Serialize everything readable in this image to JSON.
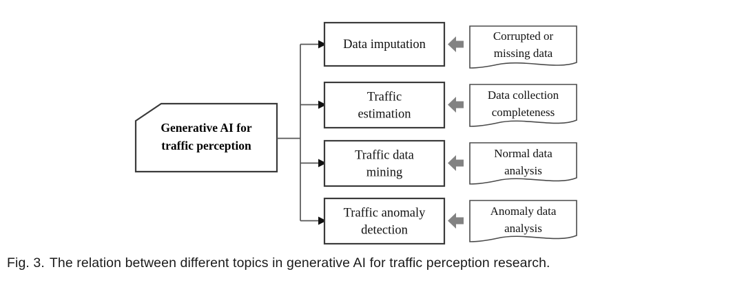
{
  "figure": {
    "caption_label": "Fig. 3.",
    "caption_text": "The relation between different topics in generative AI for traffic perception research.",
    "colors": {
      "background": "#ffffff",
      "box_stroke": "#3a3a3a",
      "doc_stroke": "#4a4a4a",
      "connector": "#555555",
      "block_arrow": "#828282",
      "text": "#111111"
    }
  },
  "root_node": {
    "name": "generative-ai-root",
    "line1": "Generative AI for",
    "line2": "traffic perception",
    "shape": "folded-corner-rectangle"
  },
  "rows": [
    {
      "topic": {
        "line1": "Data imputation",
        "line2": ""
      },
      "source": {
        "line1": "Corrupted or",
        "line2": "missing data"
      }
    },
    {
      "topic": {
        "line1": "Traffic",
        "line2": "estimation"
      },
      "source": {
        "line1": "Data collection",
        "line2": "completeness"
      }
    },
    {
      "topic": {
        "line1": "Traffic data",
        "line2": "mining"
      },
      "source": {
        "line1": "Normal data",
        "line2": "analysis"
      }
    },
    {
      "topic": {
        "line1": "Traffic anomaly",
        "line2": "detection"
      },
      "source": {
        "line1": "Anomaly data",
        "line2": "analysis"
      }
    }
  ]
}
